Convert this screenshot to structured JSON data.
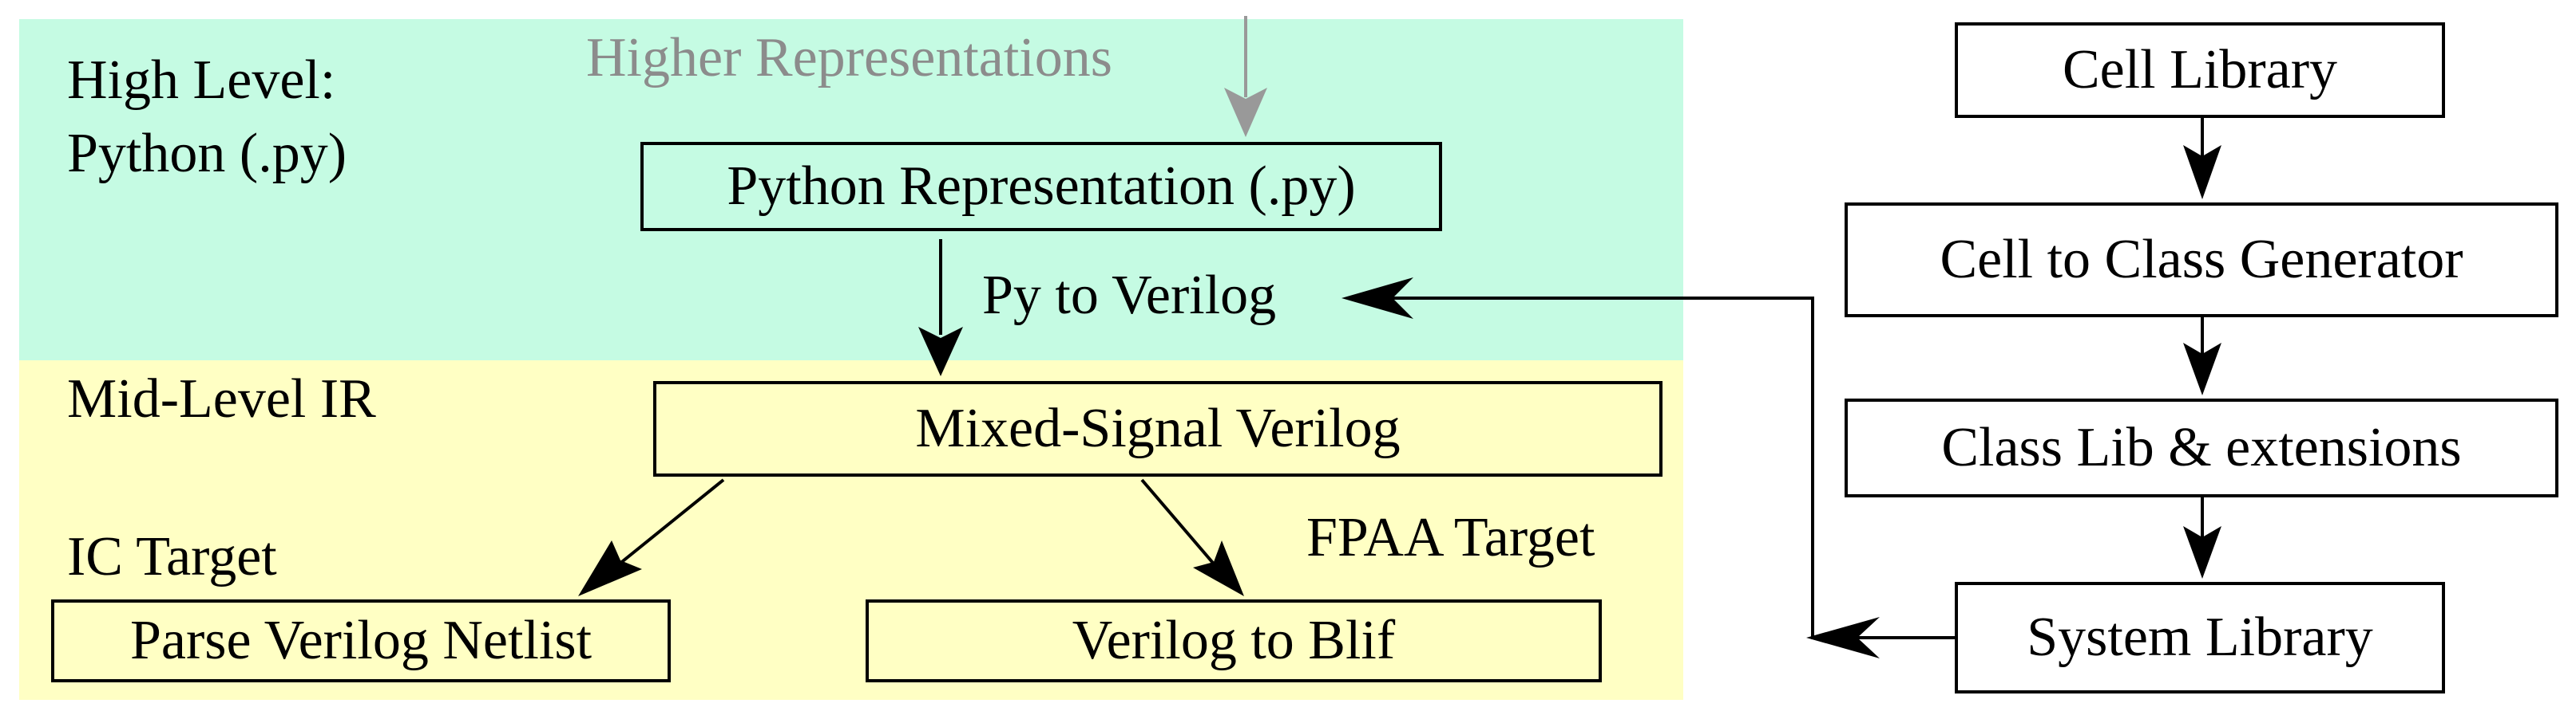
{
  "colors": {
    "high_level_region": "#c5fbe3",
    "mid_level_region": "#ffffc4",
    "higher_rep_text": "#8c8c8c",
    "higher_rep_arrow": "#999999",
    "stroke": "#000000",
    "box_fill_right": "#ffffff"
  },
  "regions": {
    "high_level": {
      "title_line1": "High Level:",
      "title_line2": "Python (.py)"
    },
    "mid_level": {
      "title": "Mid-Level IR"
    }
  },
  "labels": {
    "higher_representations": "Higher Representations",
    "py_to_verilog": "Py to Verilog",
    "ic_target": "IC Target",
    "fpaa_target": "FPAA Target"
  },
  "boxes": {
    "python_representation": "Python Representation (.py)",
    "mixed_signal_verilog": "Mixed-Signal Verilog",
    "parse_verilog_netlist": "Parse Verilog Netlist",
    "verilog_to_blif": "Verilog to Blif",
    "cell_library": "Cell Library",
    "cell_to_class_generator": "Cell to Class Generator",
    "class_lib_extensions": "Class Lib & extensions",
    "system_library": "System Library"
  }
}
